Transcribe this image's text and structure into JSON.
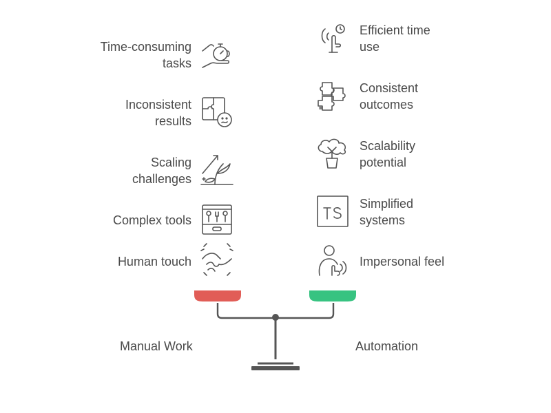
{
  "manual": {
    "caption": "Manual Work",
    "pan_color": "#e15d57",
    "items": [
      {
        "text": "Time-consuming\ntasks",
        "icon": "hand-stopwatch-icon"
      },
      {
        "text": "Inconsistent\nresults",
        "icon": "puzzle-confused-face-icon"
      },
      {
        "text": "Scaling\nchallenges",
        "icon": "growing-plant-arrow-icon"
      },
      {
        "text": "Complex tools",
        "icon": "toolbox-icon"
      },
      {
        "text": "Human touch",
        "icon": "handshake-icon"
      }
    ]
  },
  "automation": {
    "caption": "Automation",
    "pan_color": "#37c381",
    "items": [
      {
        "text": "Efficient time\nuse",
        "icon": "touch-clock-icon"
      },
      {
        "text": "Consistent\noutcomes",
        "icon": "puzzle-pieces-icon"
      },
      {
        "text": "Scalability\npotential",
        "icon": "cloud-plant-icon"
      },
      {
        "text": "Simplified\nsystems",
        "icon": "ts-box-icon"
      },
      {
        "text": "Impersonal feel",
        "icon": "person-touch-icon"
      }
    ]
  },
  "colors": {
    "stroke": "#555555",
    "text": "#4a4a4a"
  }
}
